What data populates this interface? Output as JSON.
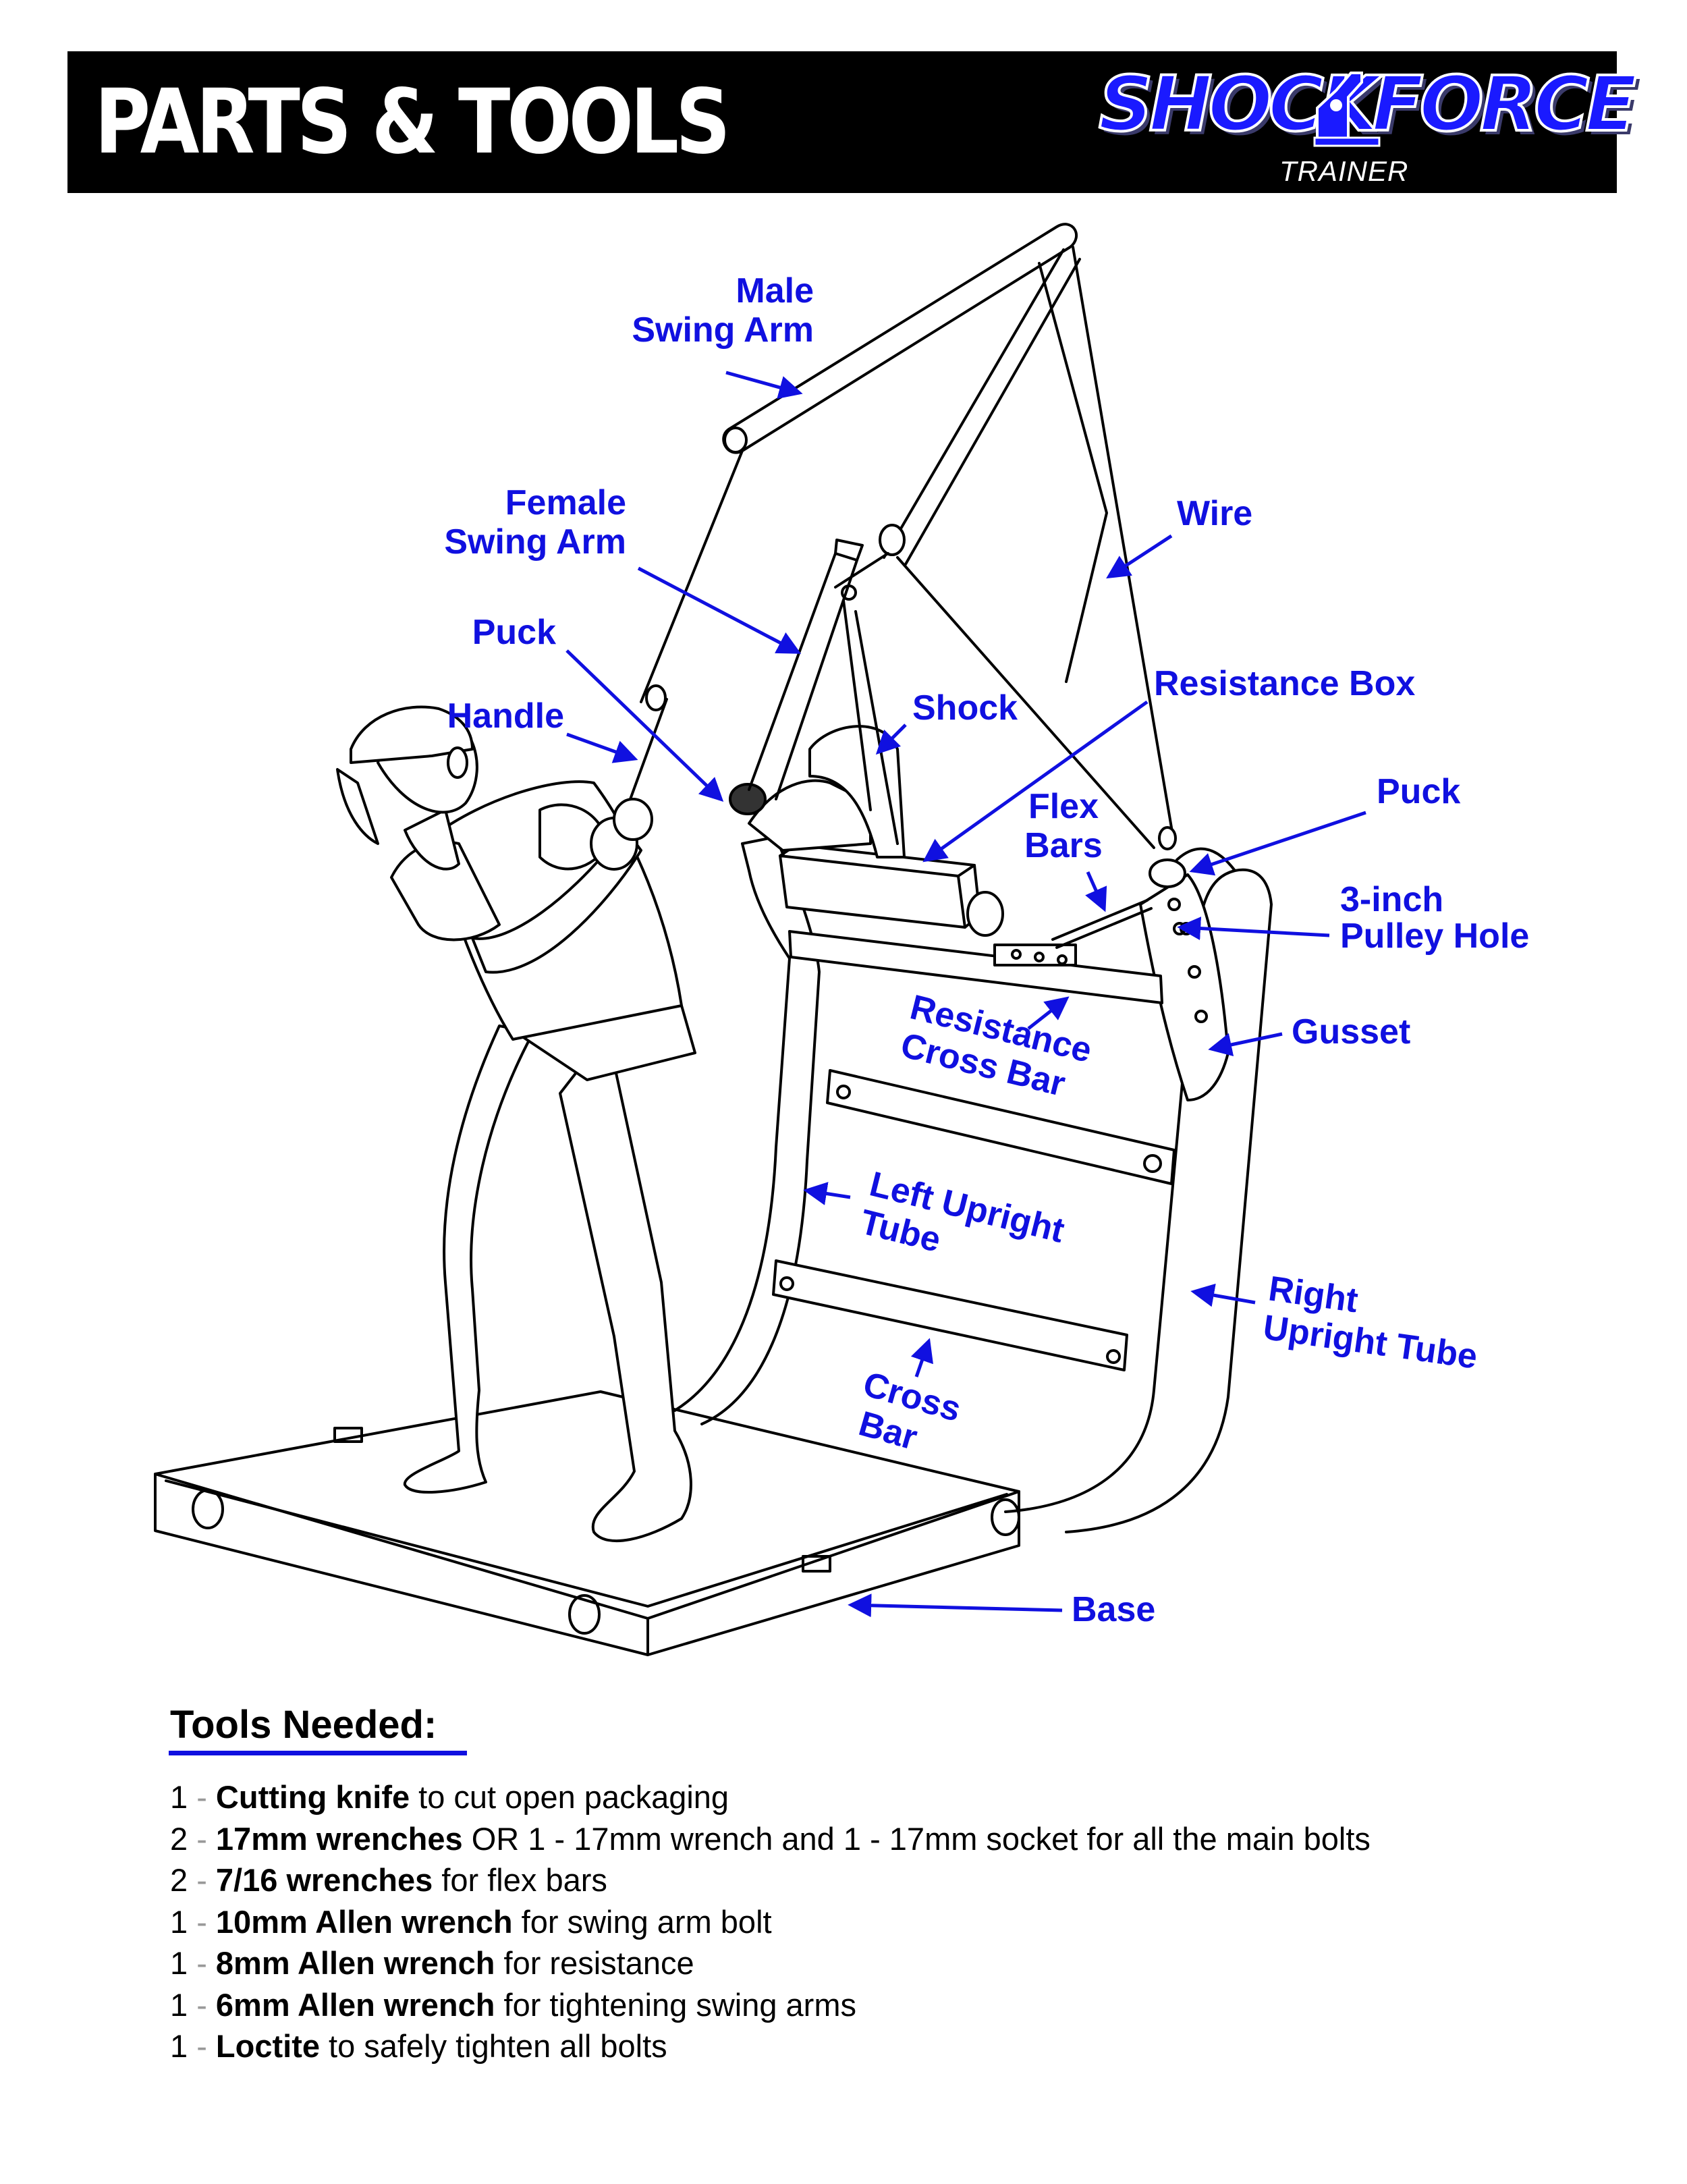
{
  "header": {
    "title": "PARTS & TOOLS",
    "logo": {
      "word1": "SHOCK",
      "word2": "FORCE",
      "subtitle": "TRAINER",
      "icon": "golfer-swing-icon",
      "color": "#1a1aff"
    },
    "bar_color": "#000000"
  },
  "diagram": {
    "label_color": "#1010e0",
    "labels": {
      "male_swing_arm": [
        "Male",
        "Swing Arm"
      ],
      "female_swing_arm": [
        "Female",
        "Swing Arm"
      ],
      "wire": "Wire",
      "puck_left": "Puck",
      "handle": "Handle",
      "shock": "Shock",
      "resistance_box": "Resistance Box",
      "puck_right": "Puck",
      "flex_bars": [
        "Flex",
        "Bars"
      ],
      "pulley_hole": [
        "3-inch",
        "Pulley Hole"
      ],
      "gusset": "Gusset",
      "resistance_cross_bar": [
        "Resistance",
        "Cross Bar"
      ],
      "left_upright_tube": [
        "Left Upright",
        "Tube"
      ],
      "right_upright_tube": [
        "Right",
        "Upright Tube"
      ],
      "cross_bar": [
        "Cross",
        "Bar"
      ],
      "base": "Base"
    }
  },
  "tools": {
    "title": "Tools Needed:",
    "items": [
      {
        "qty": "1",
        "sep": " - ",
        "name": "Cutting knife",
        "desc": " to cut open packaging"
      },
      {
        "qty": "2",
        "sep": " - ",
        "name": "17mm wrenches",
        "desc": " OR 1 - 17mm wrench and 1 - 17mm socket for all the main bolts"
      },
      {
        "qty": "2",
        "sep": " - ",
        "name": "7/16 wrenches",
        "desc": " for flex bars"
      },
      {
        "qty": "1",
        "sep": " - ",
        "name": "10mm Allen wrench",
        "desc": " for swing arm bolt"
      },
      {
        "qty": "1",
        "sep": " - ",
        "name": "8mm Allen wrench",
        "desc": " for resistance"
      },
      {
        "qty": "1",
        "sep": " - ",
        "name": "6mm Allen wrench",
        "desc": " for tightening swing arms"
      },
      {
        "qty": "1",
        "sep": " - ",
        "name": "Loctite",
        "desc": " to safely tighten all bolts"
      }
    ]
  }
}
